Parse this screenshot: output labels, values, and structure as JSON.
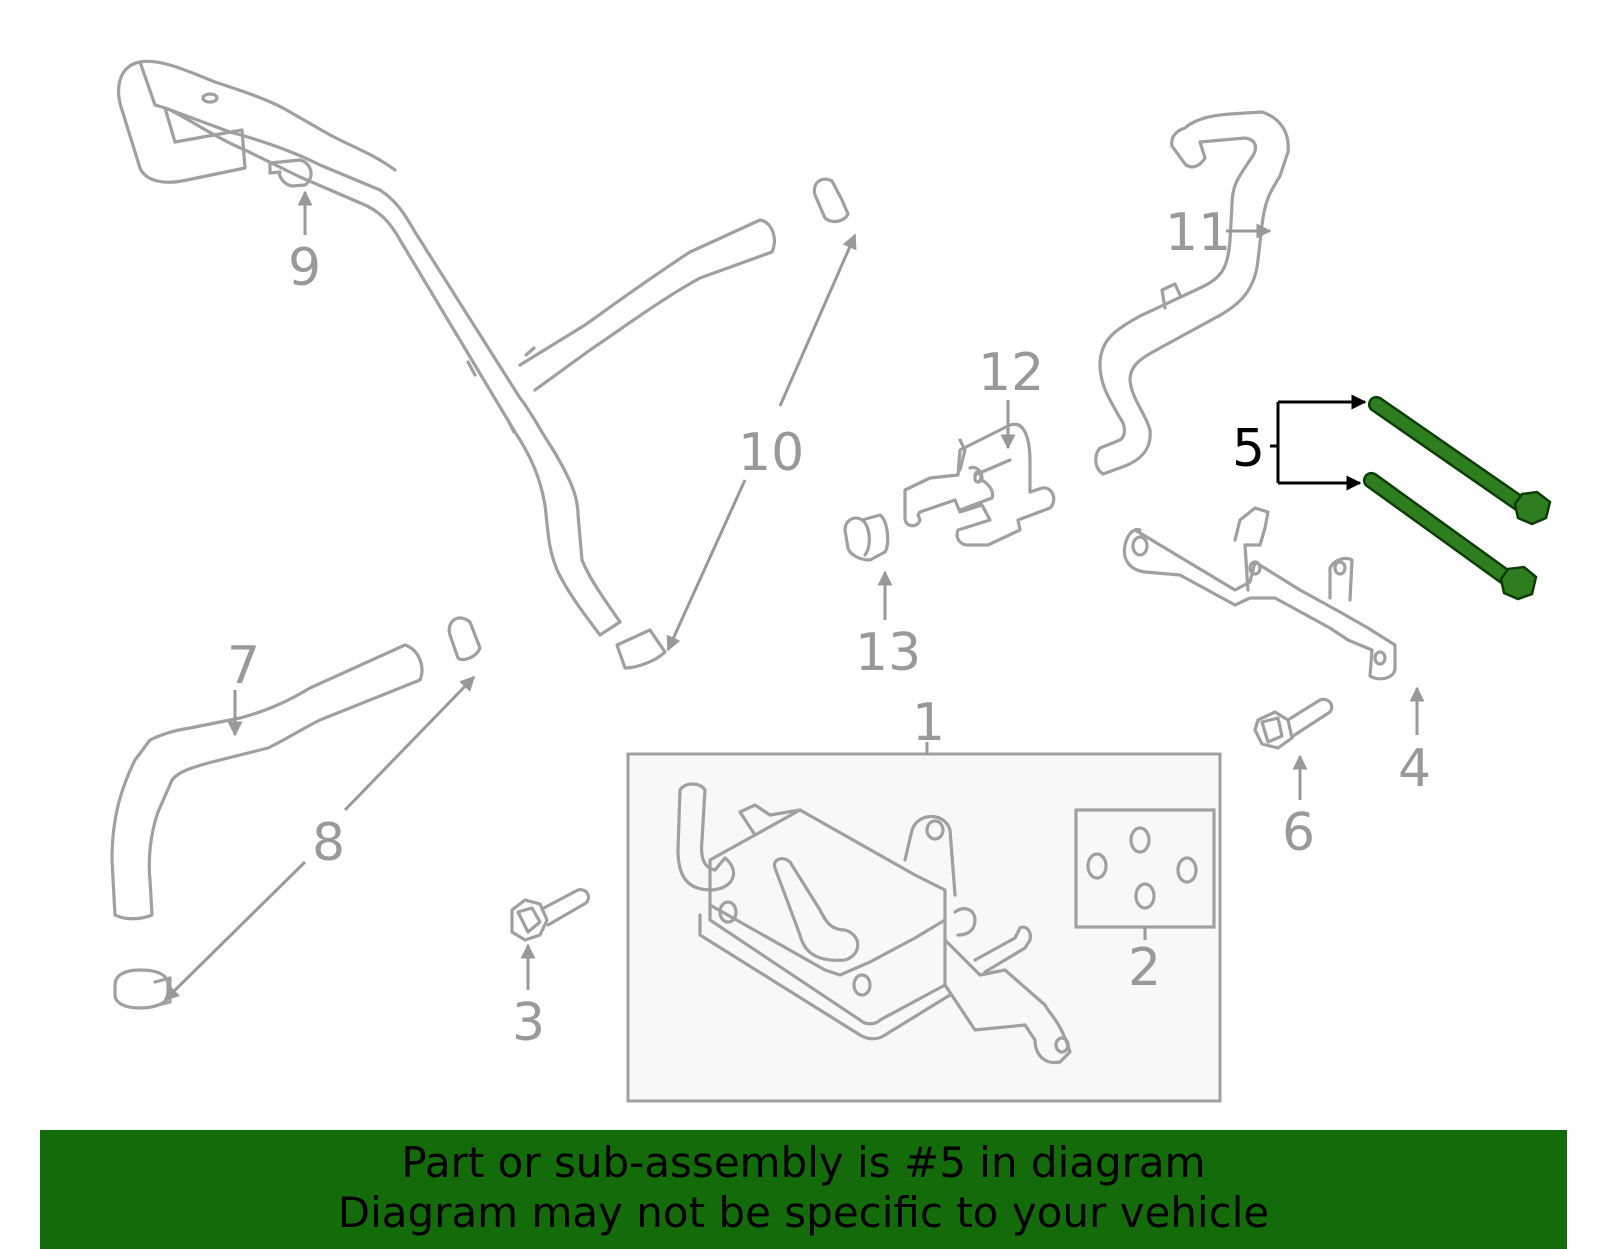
{
  "callouts": {
    "c1": "1",
    "c2": "2",
    "c3": "3",
    "c4": "4",
    "c5": "5",
    "c6": "6",
    "c7": "7",
    "c8": "8",
    "c9": "9",
    "c10": "10",
    "c11": "11",
    "c12": "12",
    "c13": "13"
  },
  "highlight": {
    "part": "5",
    "color": "#2e7d1f"
  },
  "colors": {
    "linework": "#a0a0a0",
    "banner": "#146b0a",
    "highlight": "#2e7d1f"
  },
  "banner": {
    "line1": "Part or sub-assembly is #5 in diagram",
    "line2": "Diagram may not be specific to your vehicle"
  }
}
